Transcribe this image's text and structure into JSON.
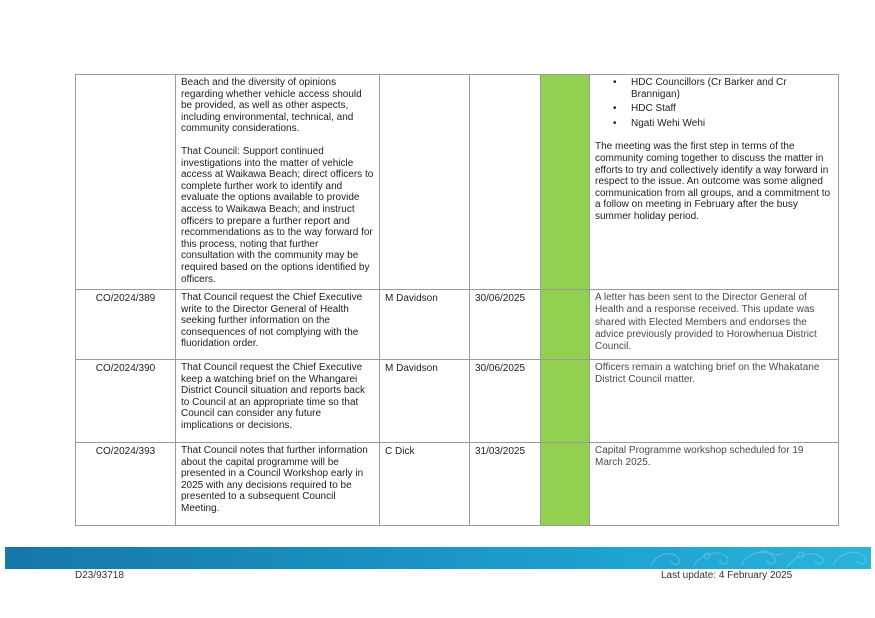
{
  "colors": {
    "status_green": "#92d050",
    "footer_band": "#1990bf",
    "border": "#9a9a9a"
  },
  "rows": [
    {
      "id": "",
      "resolution": [
        "Beach and the diversity of opinions regarding whether vehicle access should be provided, as well as other aspects, including environmental, technical, and community considerations.",
        "That Council: Support continued investigations into the matter of vehicle access at Waikawa Beach; direct officers to complete further work to identify and evaluate the options available to provide access to Waikawa Beach; and instruct officers to prepare a further report and recommendations as to the way forward for this process, noting that further consultation with the community may be required based on the options identified by officers."
      ],
      "officer": "",
      "date": "",
      "bullets": [
        "HDC Councillors (Cr Barker and Cr Brannigan)",
        "HDC Staff",
        "Ngati Wehi Wehi"
      ],
      "update": "The meeting was the first step in terms of the community coming together to discuss the matter in efforts to try and collectively identify a way forward in respect to the issue. An outcome was some aligned communication from all groups, and a commitment to a follow on meeting in February after the busy summer holiday period."
    },
    {
      "id": "CO/2024/389",
      "resolution": [
        "That Council request the Chief Executive write to the Director General of Health seeking further information on the consequences of not complying with the fluoridation order."
      ],
      "officer": "M Davidson",
      "date": "30/06/2025",
      "update": "A letter has been sent to the Director General of Health and a response received. This update was shared with Elected Members and endorses the advice previously provided to Horowhenua District Council."
    },
    {
      "id": "CO/2024/390",
      "resolution": [
        "That Council request the Chief Executive keep a watching brief on the Whangarei District Council situation and reports back to Council at an appropriate time so that Council can consider any future implications or decisions."
      ],
      "officer": "M Davidson",
      "date": "30/06/2025",
      "update": "Officers remain a watching brief on the Whakatane District Council matter."
    },
    {
      "id": "CO/2024/393",
      "resolution": [
        "That Council notes that further information about the capital programme will be presented in a Council Workshop early in 2025 with any decisions required to be presented to a subsequent Council Meeting."
      ],
      "officer": "C Dick",
      "date": "31/03/2025",
      "update": "Capital Programme workshop scheduled for 19 March 2025."
    }
  ],
  "bullet_glyph": "•",
  "footer": {
    "doc_ref": "D23/93718",
    "last_update": "Last update: 4 February 2025"
  }
}
